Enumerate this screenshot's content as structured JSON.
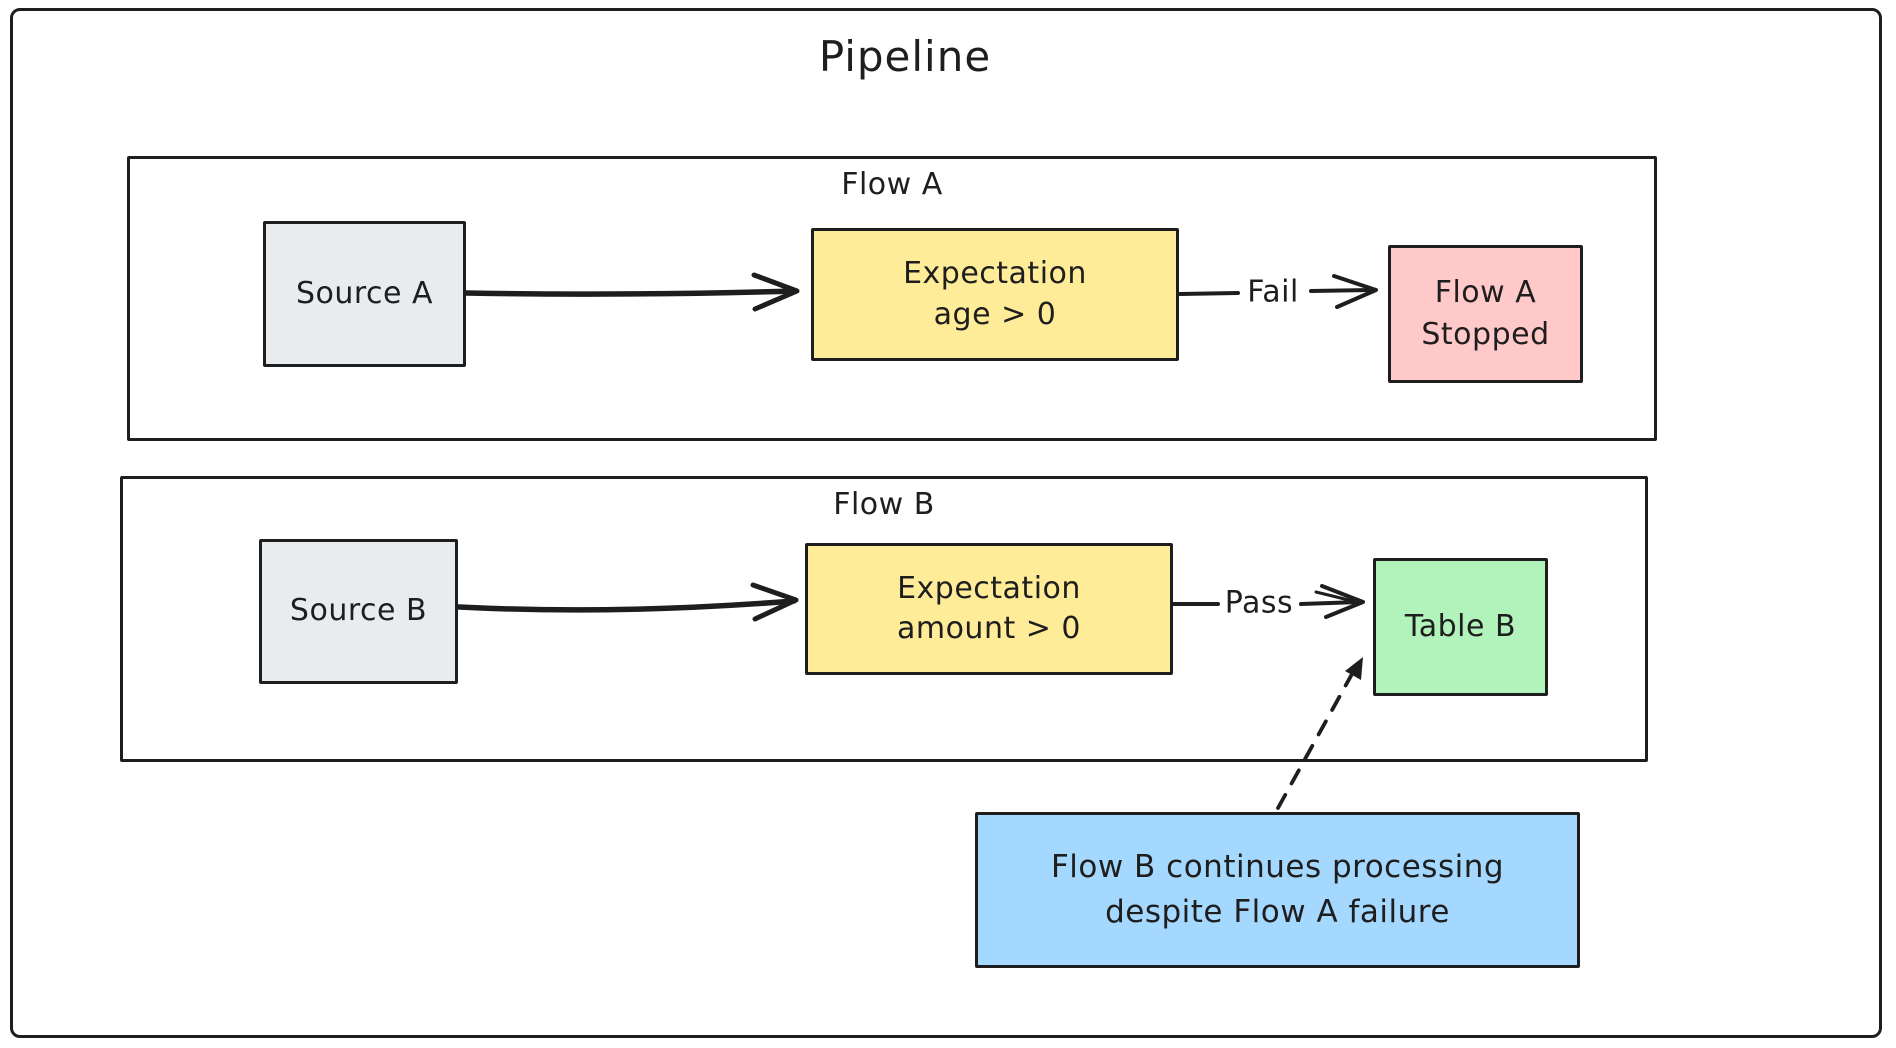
{
  "diagram_title": "Pipeline",
  "flow_a": {
    "label": "Flow A",
    "source_label": "Source A",
    "expectation": {
      "line1": "Expectation",
      "line2": "age > 0"
    },
    "edge_label": "Fail",
    "result": {
      "line1": "Flow A",
      "line2": "Stopped"
    }
  },
  "flow_b": {
    "label": "Flow B",
    "source_label": "Source B",
    "expectation": {
      "line1": "Expectation",
      "line2": "amount > 0"
    },
    "edge_label": "Pass",
    "result_label": "Table B"
  },
  "note": {
    "line1": "Flow B continues processing",
    "line2": "despite Flow A failure"
  },
  "colors": {
    "stroke": "#1e1e1e",
    "box_gray": "#e9ecef",
    "box_yellow": "#ffec99",
    "box_red": "#ffc9c9",
    "box_green": "#b2f2bb",
    "box_blue": "#a5d8ff",
    "background": "#ffffff"
  }
}
